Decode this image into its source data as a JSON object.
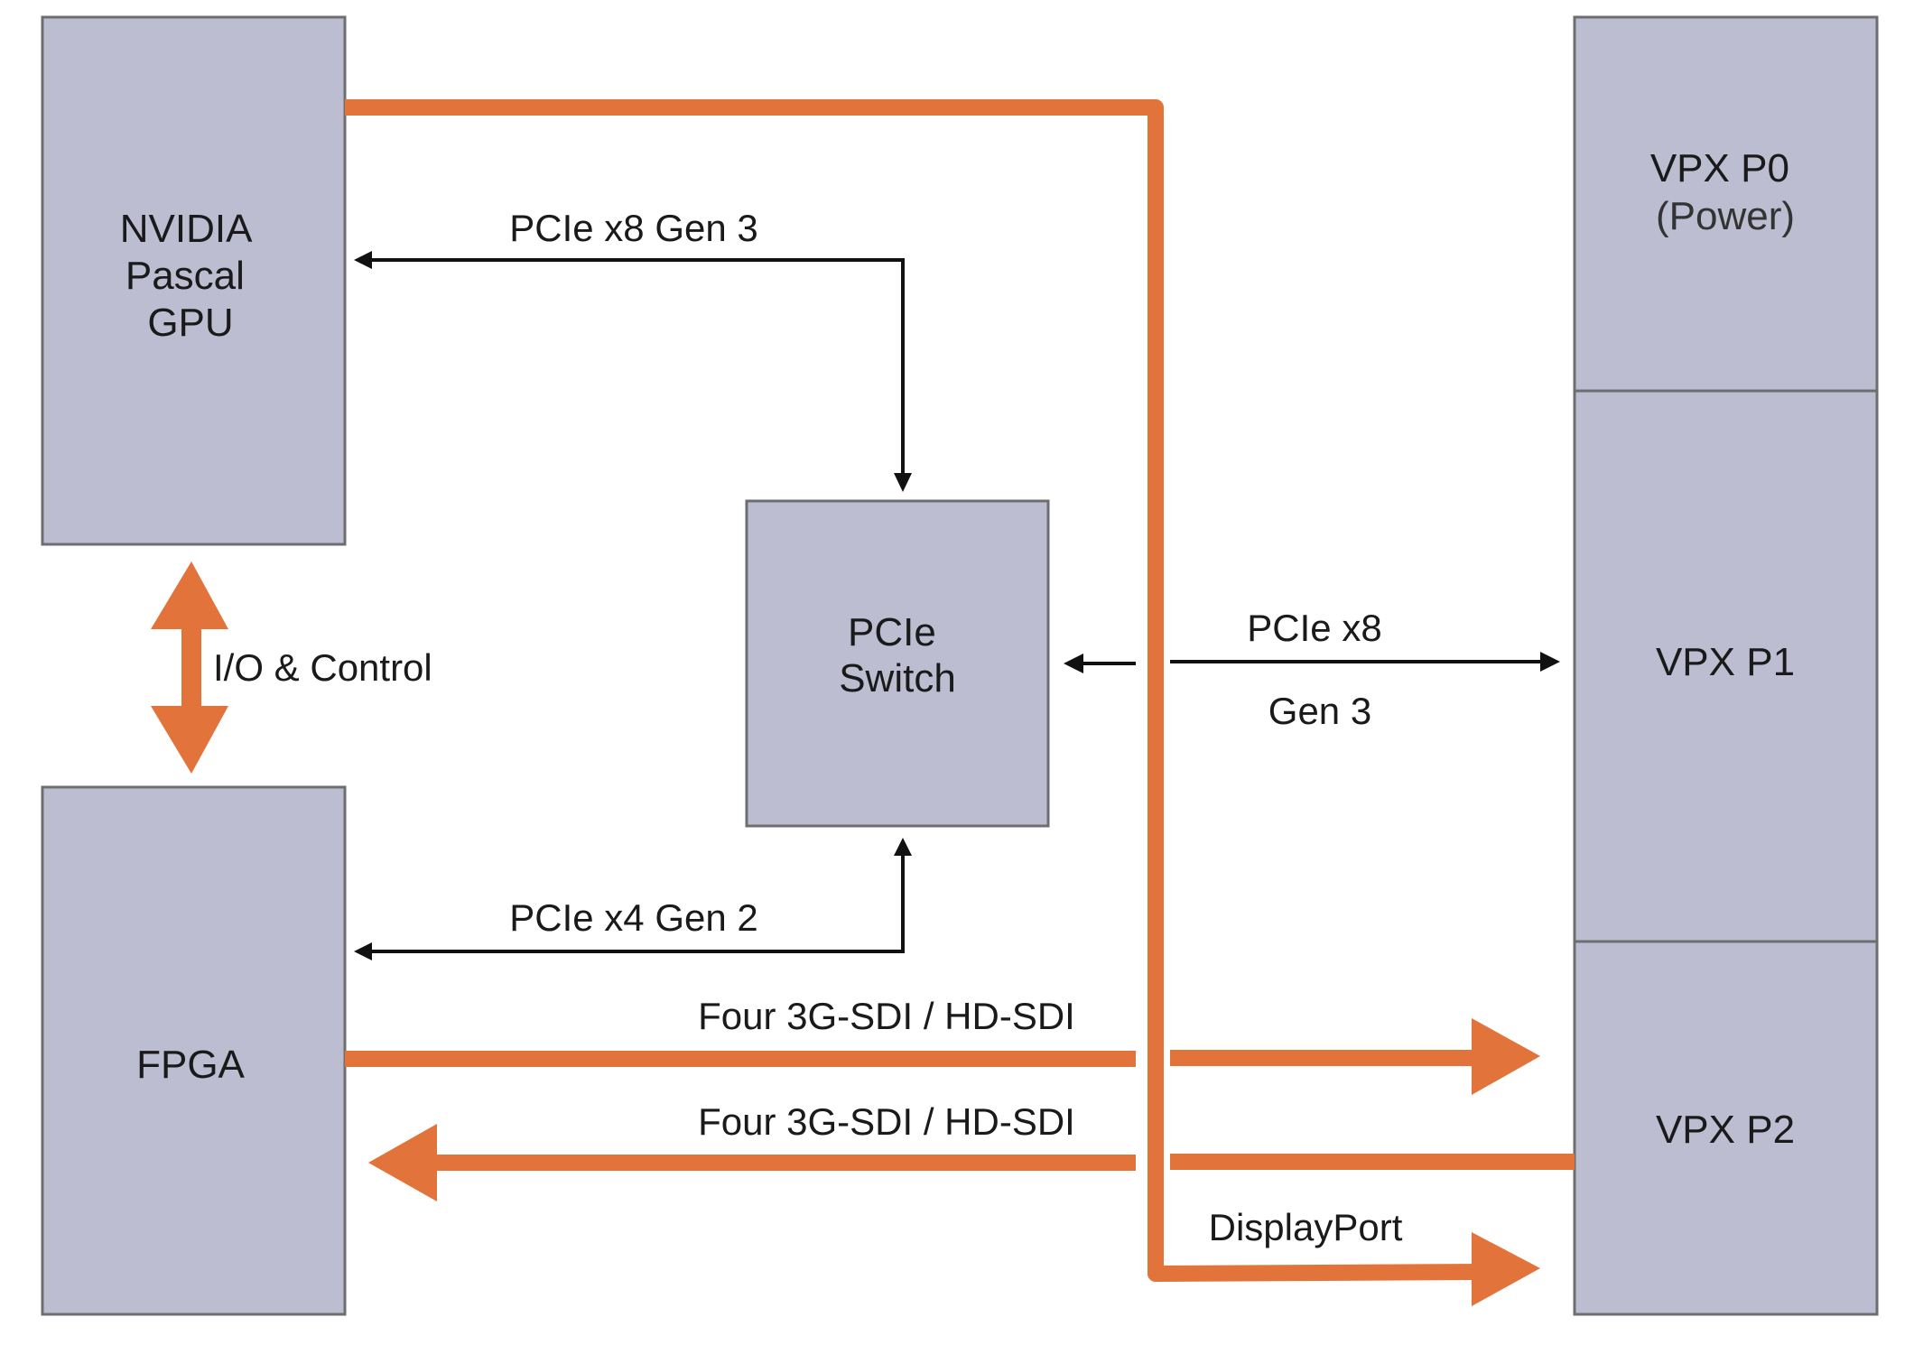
{
  "colors": {
    "block_fill": "#bcbdd0",
    "block_stroke": "#6e6e70",
    "orange": "#e2733a",
    "black": "#111111"
  },
  "blocks": {
    "gpu": {
      "lines": [
        "NVIDIA",
        "Pascal",
        "GPU"
      ]
    },
    "fpga": {
      "lines": [
        "FPGA"
      ]
    },
    "switch": {
      "lines": [
        "PCIe",
        "Switch"
      ]
    },
    "vpx_p0": {
      "lines": [
        "VPX P0"
      ],
      "sub": "(Power)"
    },
    "vpx_p1": {
      "lines": [
        "VPX P1"
      ]
    },
    "vpx_p2": {
      "lines": [
        "VPX P2"
      ]
    }
  },
  "links": {
    "gpu_switch": "PCIe x8 Gen 3",
    "fpga_switch": "PCIe x4 Gen 2",
    "io_control": "I/O & Control",
    "switch_p1_top": "PCIe x8",
    "switch_p1_bottom": "Gen 3",
    "sdi_out": "Four 3G-SDI / HD-SDI",
    "sdi_in": "Four 3G-SDI / HD-SDI",
    "displayport": "DisplayPort"
  }
}
